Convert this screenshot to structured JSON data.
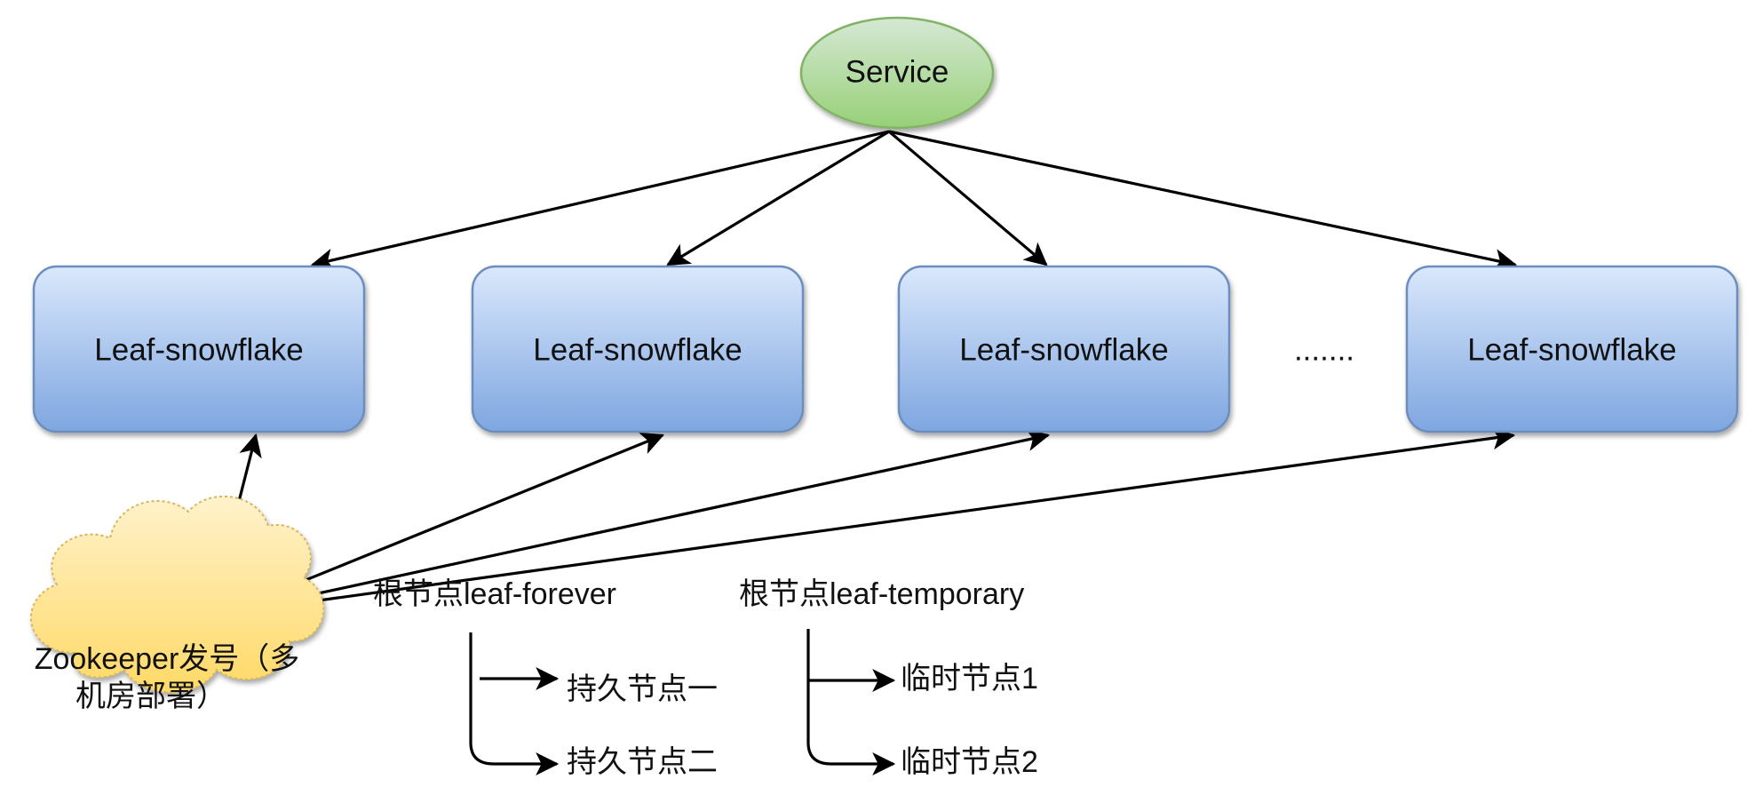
{
  "diagram": {
    "service": {
      "label": "Service"
    },
    "leaf_nodes": [
      {
        "label": "Leaf-snowflake"
      },
      {
        "label": "Leaf-snowflake"
      },
      {
        "label": "Leaf-snowflake"
      },
      {
        "label": "Leaf-snowflake"
      }
    ],
    "ellipsis": ".......",
    "zookeeper": {
      "line1": "Zookeeper发号（多",
      "line2": "机房部署）"
    },
    "forever_root": {
      "label": "根节点leaf-forever",
      "children": [
        "持久节点一",
        "持久节点二"
      ]
    },
    "temporary_root": {
      "label": "根节点leaf-temporary",
      "children": [
        "临时节点1",
        "临时节点2"
      ]
    }
  }
}
